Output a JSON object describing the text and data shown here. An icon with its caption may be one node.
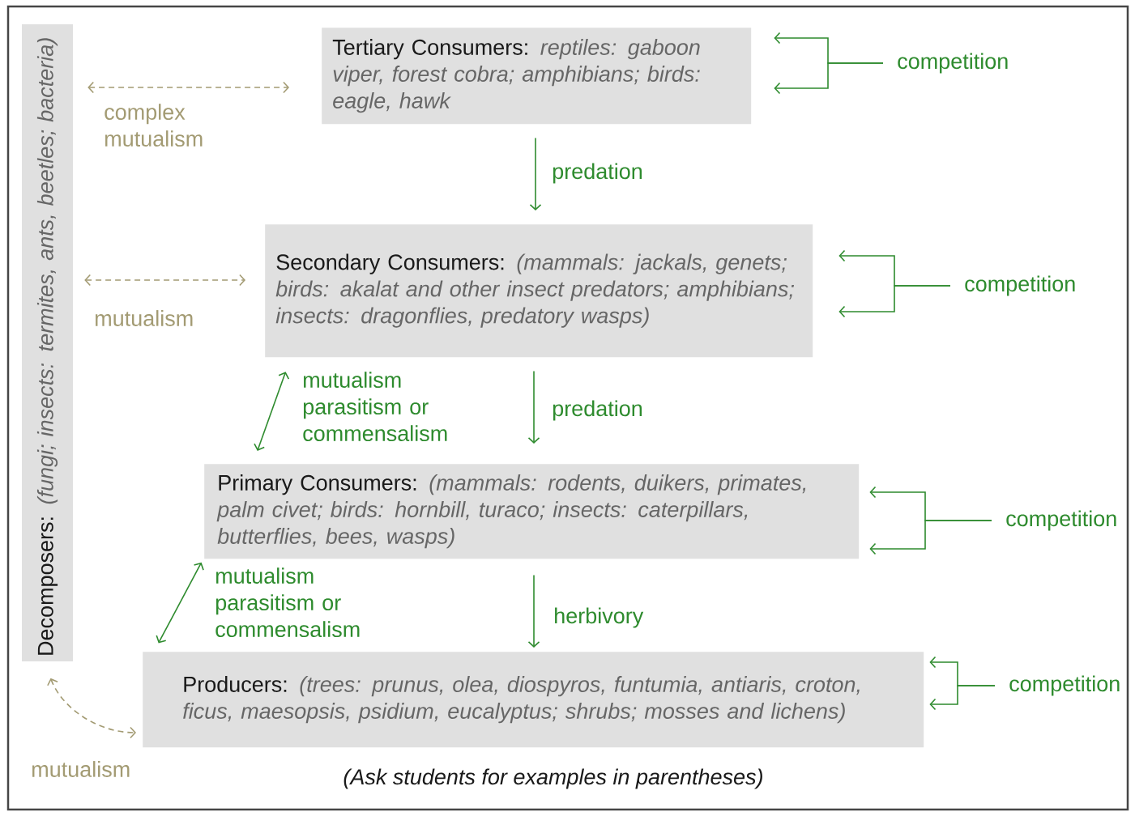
{
  "diagram": {
    "nodes": [
      {
        "text": [
          "Decomposers:",
          "(fungi; insects: termites, ants, beetles; bacteria)"
        ]
      },
      {
        "text": [
          "Tertiary Consumers:",
          "reptiles:  gaboon viper, forest cobra; amphibians; birds: eagle, hawk"
        ]
      },
      {
        "text": [
          "Secondary Consumers:",
          "(mammals: jackals, genets; birds: akalat and other insect predators; amphibians; insects: dragonflies, predatory wasps)"
        ]
      },
      {
        "text": [
          "Primary Consumers:",
          "(mammals: rodents, duikers, primates, palm civet; birds: hornbill, turaco; insects: caterpillars, butterflies, bees, wasps)"
        ]
      },
      {
        "text": [
          "Producers:",
          "(trees: prunus, olea, diospyros, funtumia, antiaris, croton, ficus, maesopsis, psidium, eucalyptus; shrubs;  mosses and lichens)"
        ]
      },
      {
        "text": [
          "competition"
        ]
      },
      {
        "text": [
          "competition"
        ]
      },
      {
        "text": [
          "competition"
        ]
      },
      {
        "text": [
          "competition"
        ]
      }
    ],
    "edges": [
      {
        "from": 1,
        "to": 2,
        "arrow": "to",
        "label": "predation"
      },
      {
        "from": 2,
        "to": 3,
        "arrow": "to",
        "label": "predation"
      },
      {
        "from": 3,
        "to": 4,
        "arrow": "to",
        "label": "herbivory"
      },
      {
        "from": 2,
        "to": 3,
        "arrow": "both",
        "label": "mutualism parasitism or commensalism"
      },
      {
        "from": 3,
        "to": 4,
        "arrow": "both",
        "label": "mutualism parasitism or commensalism"
      },
      {
        "from": 0,
        "to": 1,
        "arrow": "both",
        "label": "complex mutualism",
        "style": "dashed",
        "color": "#a39b73"
      },
      {
        "from": 0,
        "to": 2,
        "arrow": "both",
        "label": "mutualism",
        "style": "dashed",
        "color": "#a39b73"
      },
      {
        "from": 0,
        "to": 4,
        "arrow": "both",
        "label": "mutualism",
        "style": "dashed",
        "color": "#a39b73"
      },
      {
        "from": 5,
        "to": 1,
        "arrow": "to"
      },
      {
        "from": 5,
        "to": 1,
        "arrow": "to"
      },
      {
        "from": 6,
        "to": 2,
        "arrow": "to"
      },
      {
        "from": 6,
        "to": 2,
        "arrow": "to"
      },
      {
        "from": 7,
        "to": 3,
        "arrow": "to"
      },
      {
        "from": 7,
        "to": 3,
        "arrow": "to"
      },
      {
        "from": 8,
        "to": 4,
        "arrow": "to"
      },
      {
        "from": 8,
        "to": 4,
        "arrow": "to"
      }
    ],
    "labels": [
      "(Ask students for examples in parentheses)"
    ]
  }
}
